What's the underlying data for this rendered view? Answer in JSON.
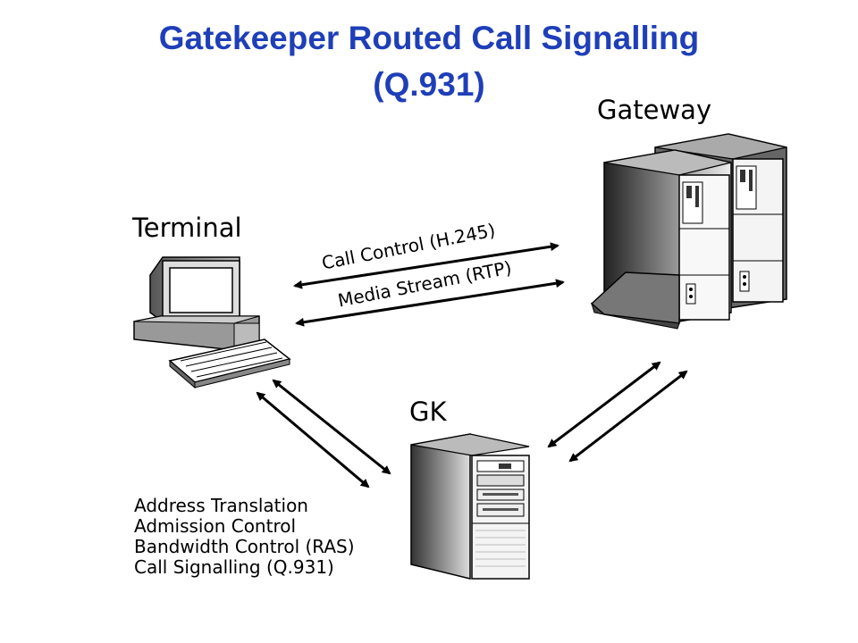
{
  "title": {
    "line1": "Gatekeeper Routed Call Signalling",
    "line2": "(Q.931)"
  },
  "nodes": {
    "gateway": "Gateway",
    "terminal": "Terminal",
    "gk": "GK"
  },
  "links": {
    "call_control": "Call Control (H.245)",
    "media_stream": "Media Stream (RTP)"
  },
  "gk_functions": [
    "Address Translation",
    "Admission Control",
    "Bandwidth Control (RAS)",
    "Call Signalling (Q.931)"
  ],
  "colors": {
    "title": "#1f3fb8",
    "arrows": "#000000"
  }
}
